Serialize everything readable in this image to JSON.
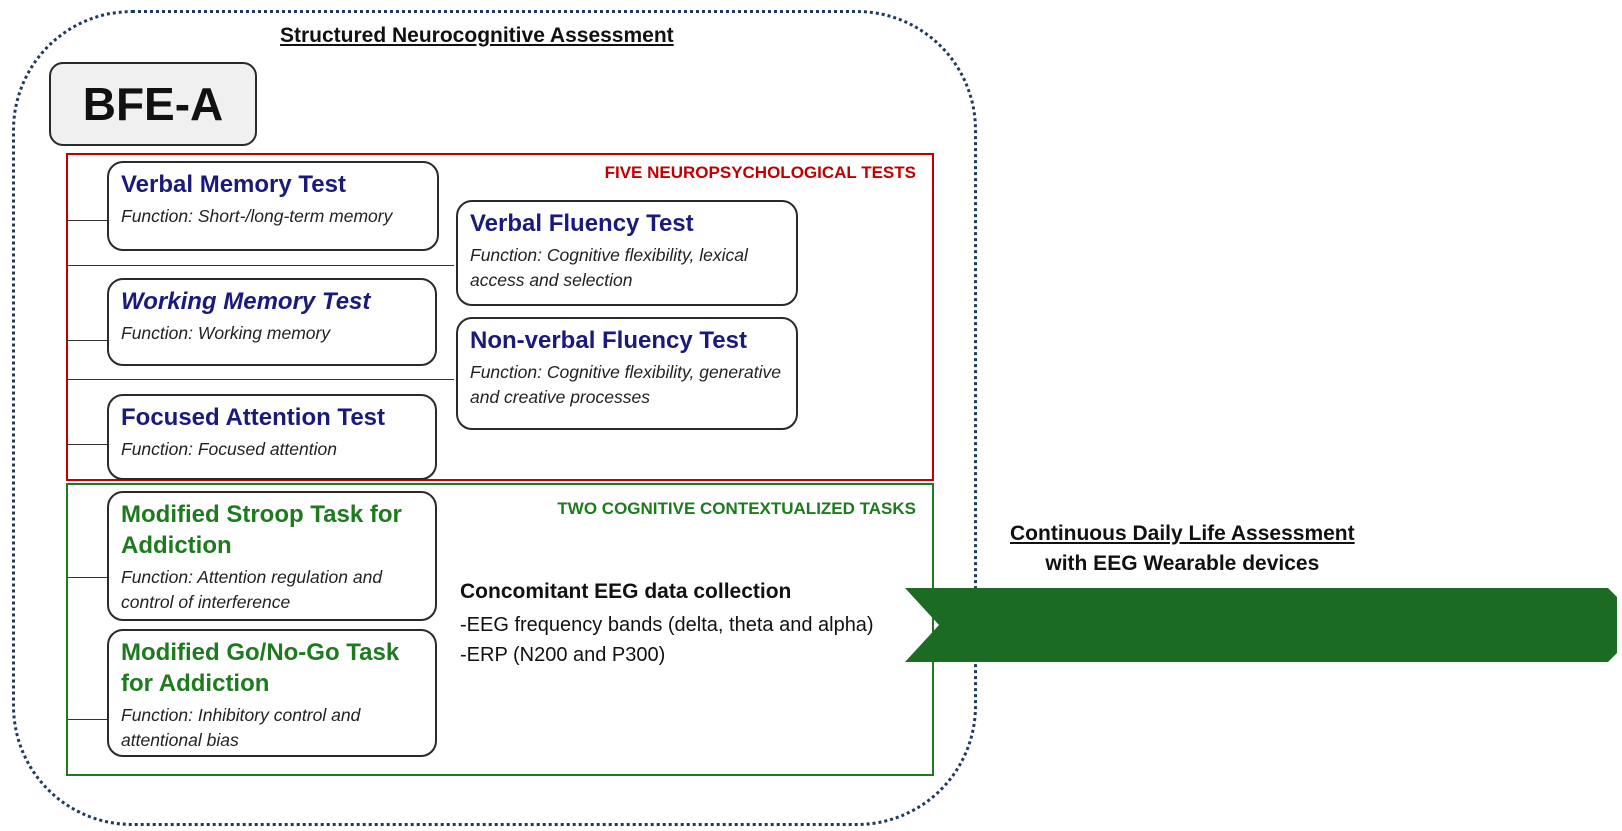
{
  "title": "Structured Neurocognitive Assessment",
  "badge": "BFE-A",
  "section1": {
    "label": "FIVE NEUROPSYCHOLOGICAL TESTS",
    "tests": [
      {
        "name": "Verbal Memory Test",
        "function": "Function: Short-/long-term memory"
      },
      {
        "name": "Verbal Fluency Test",
        "function": "Function: Cognitive flexibility, lexical access and selection"
      },
      {
        "name": "Working Memory Test",
        "function": "Function: Working memory"
      },
      {
        "name": "Non-verbal Fluency Test",
        "function": "Function: Cognitive flexibility, generative and creative processes"
      },
      {
        "name": "Focused Attention Test",
        "function": "Function: Focused attention"
      }
    ]
  },
  "section2": {
    "label": "TWO COGNITIVE CONTEXTUALIZED TASKS",
    "tasks": [
      {
        "name": "Modified Stroop Task for Addiction",
        "function": "Function: Attention regulation and control of interference"
      },
      {
        "name": "Modified Go/No-Go Task for Addiction",
        "function": "Function: Inhibitory control and attentional bias"
      }
    ]
  },
  "eeg": {
    "heading": "Concomitant EEG data collection",
    "lines": [
      "-EEG frequency bands (delta, theta and alpha)",
      "-ERP (N200 and P300)"
    ]
  },
  "continuous": {
    "title": "Continuous Daily Life Assessment",
    "subtitle": "with EEG Wearable devices"
  },
  "colors": {
    "red": "#c00000",
    "green": "#1e7a1e",
    "navy": "#1a1a7a",
    "arrow": "#1b6b22"
  }
}
